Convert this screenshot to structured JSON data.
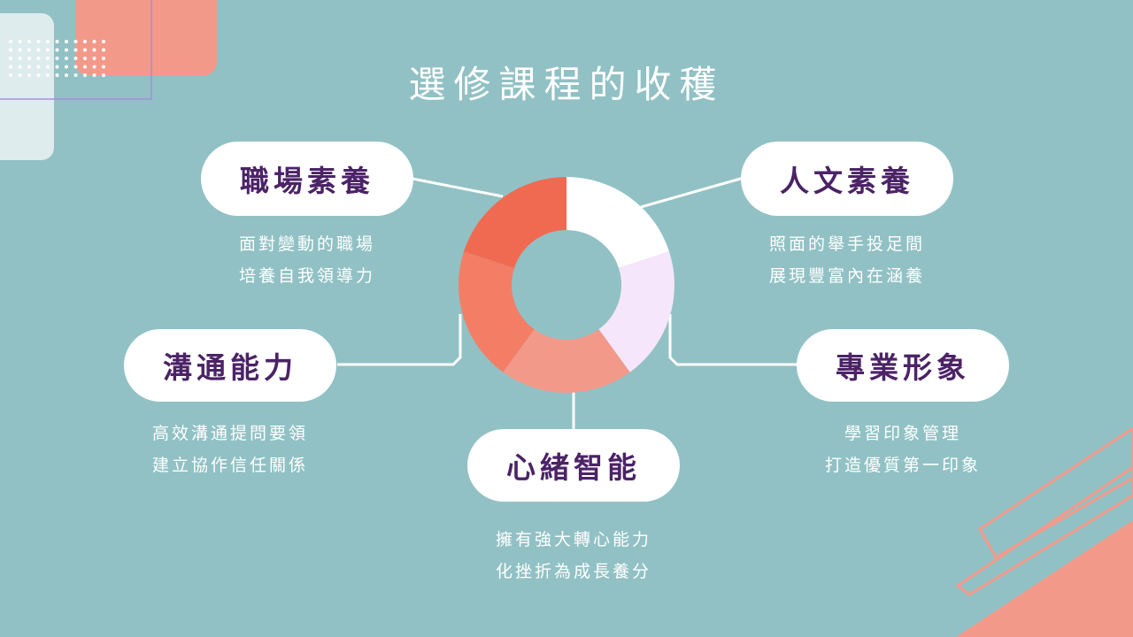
{
  "title": "選修課程的收穫",
  "colors": {
    "background": "#91c1c4",
    "segments": [
      "#ffffff",
      "#f6e6fb",
      "#f3998a",
      "#f47d66",
      "#f06a52"
    ],
    "pill_text": "#4b2366",
    "accent_coral": "#f3998a"
  },
  "topics": [
    {
      "label": "職場素養",
      "lines": [
        "面對變動的職場",
        "培養自我領導力"
      ]
    },
    {
      "label": "人文素養",
      "lines": [
        "照面的舉手投足間",
        "展現豐富內在涵養"
      ]
    },
    {
      "label": "溝通能力",
      "lines": [
        "高效溝通提問要領",
        "建立協作信任關係"
      ]
    },
    {
      "label": "專業形象",
      "lines": [
        "學習印象管理",
        "打造優質第一印象"
      ]
    },
    {
      "label": "心緒智能",
      "lines": [
        "擁有強大轉心能力",
        "化挫折為成長養分"
      ]
    }
  ],
  "chart_data": {
    "type": "pie",
    "categories": [
      "人文素養",
      "專業形象",
      "心緒智能",
      "溝通能力",
      "職場素養"
    ],
    "values": [
      20,
      20,
      20,
      20,
      20
    ]
  }
}
